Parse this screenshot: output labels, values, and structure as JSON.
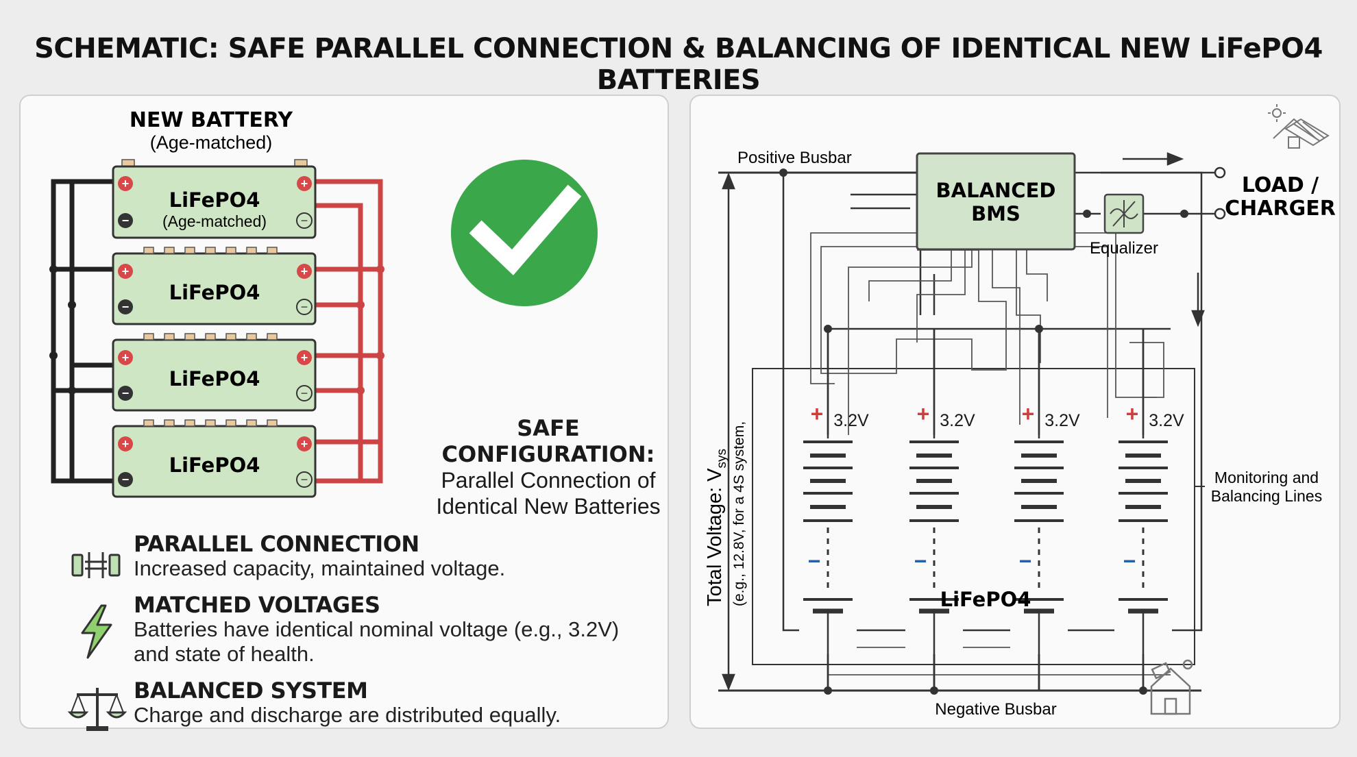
{
  "title": "SCHEMATIC: SAFE PARALLEL CONNECTION & BALANCING OF IDENTICAL NEW LiFePO4 BATTERIES",
  "left": {
    "new_battery_label": "NEW BATTERY",
    "new_battery_sub": "(Age-matched)",
    "batteries": [
      {
        "label": "LiFePO4",
        "sub": "(Age-matched)"
      },
      {
        "label": "LiFePO4",
        "sub": ""
      },
      {
        "label": "LiFePO4",
        "sub": ""
      },
      {
        "label": "LiFePO4",
        "sub": ""
      }
    ],
    "safe_title": "SAFE CONFIGURATION:",
    "safe_line1": "Parallel Connection of",
    "safe_line2": "Identical New Batteries",
    "features": [
      {
        "icon": "parallel-battery-icon",
        "title": "PARALLEL CONNECTION",
        "line1": "Increased capacity, maintained voltage.",
        "line2": ""
      },
      {
        "icon": "lightning-icon",
        "title": "MATCHED VOLTAGES",
        "line1": "Batteries have identical nominal voltage (e.g., 3.2V)",
        "line2": "and state of health."
      },
      {
        "icon": "balance-scale-icon",
        "title": "BALANCED SYSTEM",
        "line1": "Charge and discharge are distributed equally.",
        "line2": ""
      }
    ],
    "colors": {
      "battery_fill": "#cfe6c4",
      "check": "#3aa84a",
      "positive_wire": "#d04a4a",
      "negative_wire": "#222222"
    }
  },
  "right": {
    "positive_busbar": "Positive Busbar",
    "negative_busbar": "Negative Busbar",
    "bms_line1": "BALANCED",
    "bms_line2": "BMS",
    "equalizer": "Equalizer",
    "load_line1": "LOAD /",
    "load_line2": "CHARGER",
    "total_voltage": "Total Voltage: V",
    "total_voltage_sub": "sys",
    "total_voltage_note": "(e.g., 12.8V, for a 4S system,",
    "cells": [
      {
        "plus": "+",
        "voltage": "3.2V",
        "minus": "−"
      },
      {
        "plus": "+",
        "voltage": "3.2V",
        "minus": "−"
      },
      {
        "plus": "+",
        "voltage": "3.2V",
        "minus": "−"
      },
      {
        "plus": "+",
        "voltage": "3.2V",
        "minus": "−"
      }
    ],
    "pack_label": "LiFePO4",
    "monitoring_line1": "Monitoring and",
    "monitoring_line2": "Balancing Lines",
    "icons": [
      "solar-house-icon",
      "house-icon"
    ]
  }
}
